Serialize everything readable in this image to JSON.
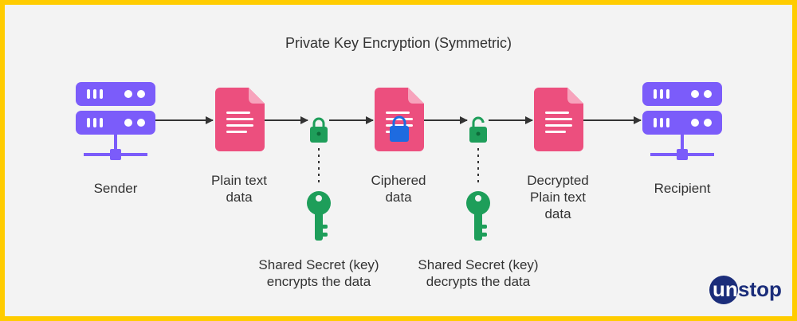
{
  "title": "Private Key Encryption (Symmetric)",
  "nodes": {
    "sender": "Sender",
    "plain": [
      "Plain text",
      "data"
    ],
    "ciphered": [
      "Ciphered",
      "data"
    ],
    "decrypted": [
      "Decrypted",
      "Plain text",
      "data"
    ],
    "recipient": "Recipient"
  },
  "keys": {
    "encrypt": [
      "Shared Secret (key)",
      "encrypts the data"
    ],
    "decrypt": [
      "Shared Secret (key)",
      "decrypts the data"
    ]
  },
  "logo": {
    "prefix": "un",
    "suffix": "stop"
  },
  "colors": {
    "border": "#FFCC00",
    "background": "#F3F3F3",
    "server": "#7B5CFA",
    "document": "#EC4F7E",
    "lock_green": "#1E9E5A",
    "lock_blue": "#1E6BE0",
    "key": "#1E9E5A",
    "logo": "#1B2D7A"
  }
}
